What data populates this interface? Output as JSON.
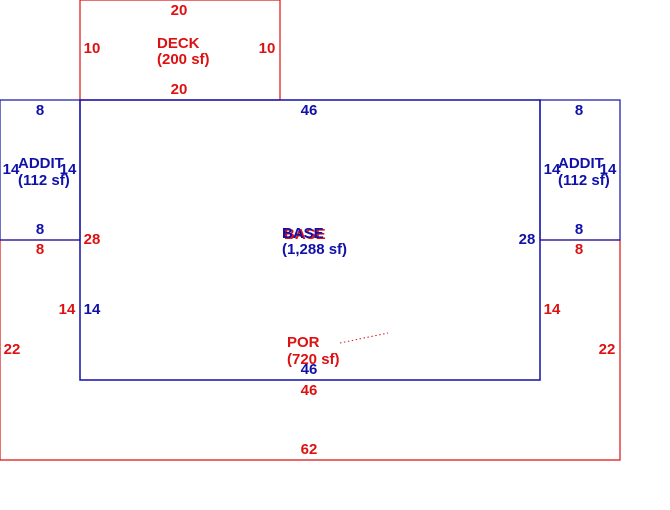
{
  "colors": {
    "red": "#dd1111",
    "blue": "#1111aa"
  },
  "areas": {
    "deck": {
      "name": "DECK",
      "area": "(200 sf)",
      "color": "red"
    },
    "add_l": {
      "name": "ADDIT",
      "area": "(112 sf)",
      "color": "blue"
    },
    "add_r": {
      "name": "ADDIT",
      "area": "(112 sf)",
      "color": "blue"
    },
    "base": {
      "name": "BASE",
      "area": "(1,288 sf)",
      "color": "blue"
    },
    "base_overlap": {
      "name": "BASE",
      "color": "red"
    },
    "porch": {
      "name": "POR",
      "area": "(720 sf)",
      "color": "red"
    }
  },
  "dimensions": {
    "deck_top": "20",
    "deck_bottom": "20",
    "deck_left": "10",
    "deck_right": "10",
    "base_top": "46",
    "base_bottom": "46",
    "base_left": "28",
    "base_right": "28",
    "add_l_top": "8",
    "add_l_bottom": "8",
    "add_l_left": "14",
    "add_l_right": "14",
    "add_r_top": "8",
    "add_r_bottom": "8",
    "add_r_left": "14",
    "add_r_right": "14",
    "base_left_lower": "14",
    "base_right_lower": "14",
    "por_left_upper": "8",
    "por_left_mid": "14",
    "por_left_outer": "22",
    "por_right_upper": "8",
    "por_right_outer": "22",
    "por_inner_bottom": "46",
    "por_outer_bottom": "62"
  }
}
